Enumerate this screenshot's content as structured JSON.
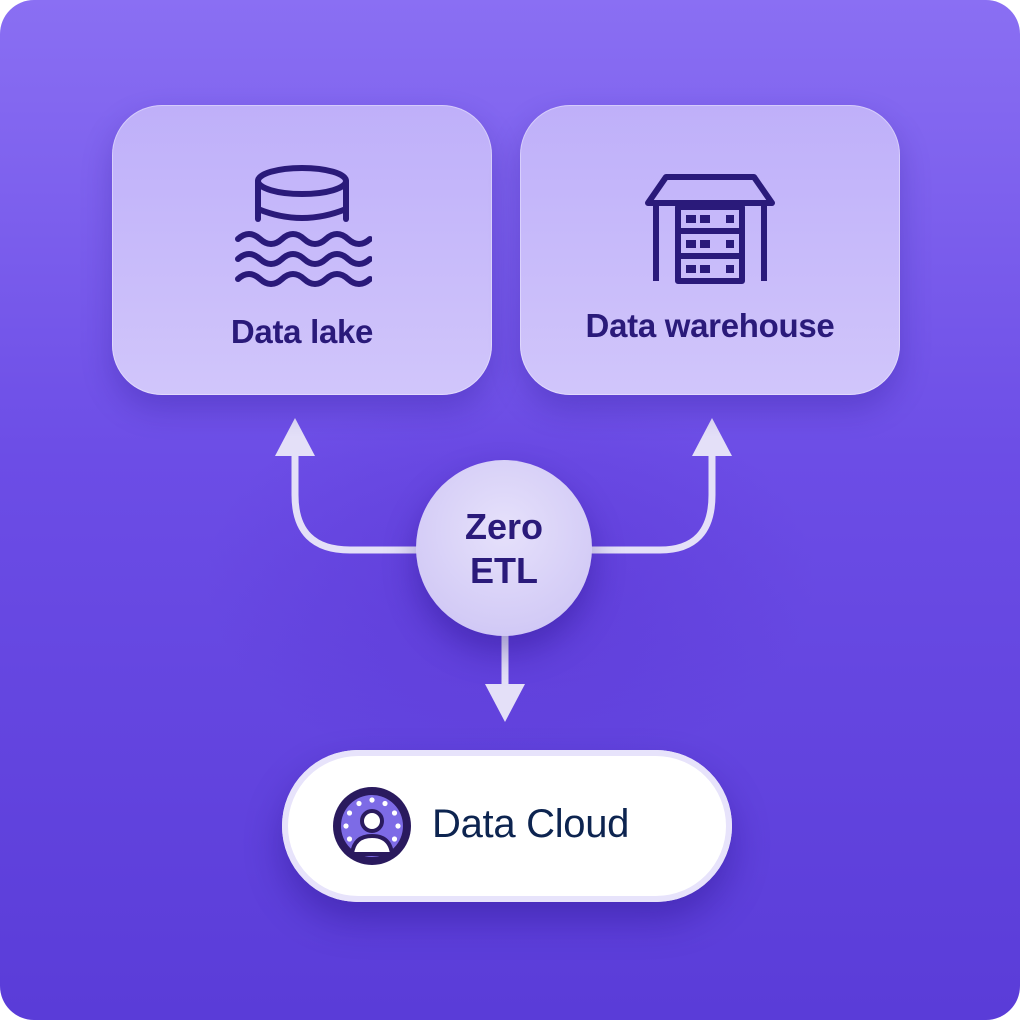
{
  "diagram": {
    "nodes": {
      "data_lake": {
        "label": "Data lake",
        "icon": "database-lake-icon"
      },
      "data_warehouse": {
        "label": "Data warehouse",
        "icon": "warehouse-server-icon"
      },
      "zero_etl": {
        "line1": "Zero",
        "line2": "ETL"
      },
      "data_cloud": {
        "label": "Data Cloud",
        "icon": "data-cloud-person-icon"
      }
    },
    "edges": [
      {
        "from": "Zero ETL",
        "to": "Data lake"
      },
      {
        "from": "Zero ETL",
        "to": "Data warehouse"
      },
      {
        "from": "Zero ETL",
        "to": "Data Cloud"
      }
    ]
  },
  "colors": {
    "background_top": "#8a6ff3",
    "background_bottom": "#5a3cd8",
    "card": "#c8bcf8",
    "node_text": "#2a1a7a",
    "data_cloud_text": "#0d2450",
    "connector": "#e4e0f8"
  }
}
